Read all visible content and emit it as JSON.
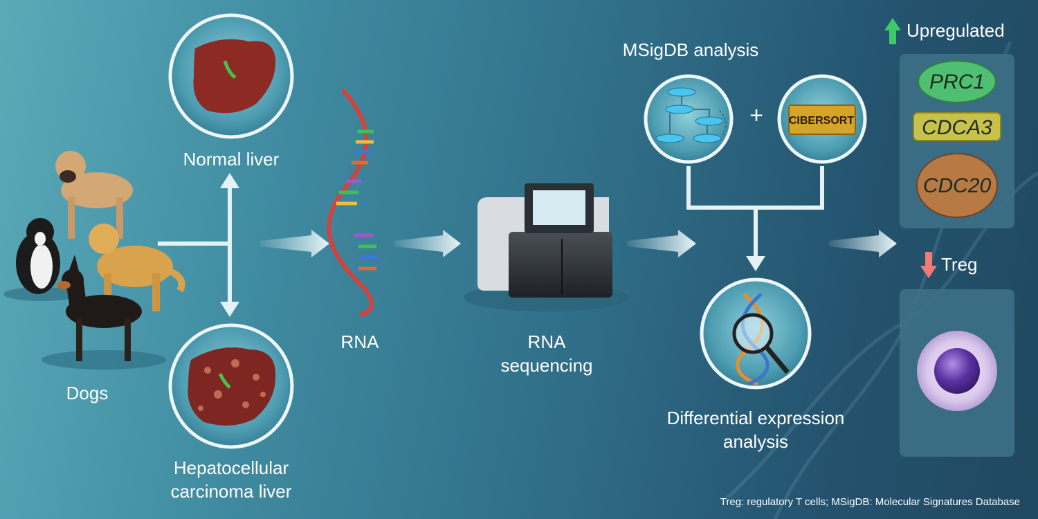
{
  "labels": {
    "dogs": "Dogs",
    "normal_liver": "Normal liver",
    "hcc_line1": "Hepatocellular",
    "hcc_line2": "carcinoma liver",
    "rna": "RNA",
    "seq_line1": "RNA",
    "seq_line2": "sequencing",
    "msigdb": "MSigDB analysis",
    "plus": "+",
    "cibersort": "CIBERSORT",
    "dea_line1": "Differential expression",
    "dea_line2": "analysis",
    "upregulated": "Upregulated",
    "treg": "Treg"
  },
  "genes": [
    {
      "name": "PRC1",
      "color": "#4fbf72"
    },
    {
      "name": "CDCA3",
      "color": "#c9c24a"
    },
    {
      "name": "CDC20",
      "color": "#b77a45"
    }
  ],
  "footnote": "Treg: regulatory T cells; MSigDB: Molecular Signatures Database",
  "colors": {
    "up_arrow": "#3ec96a",
    "down_arrow": "#f07a74",
    "panel": "#3d6f86"
  }
}
